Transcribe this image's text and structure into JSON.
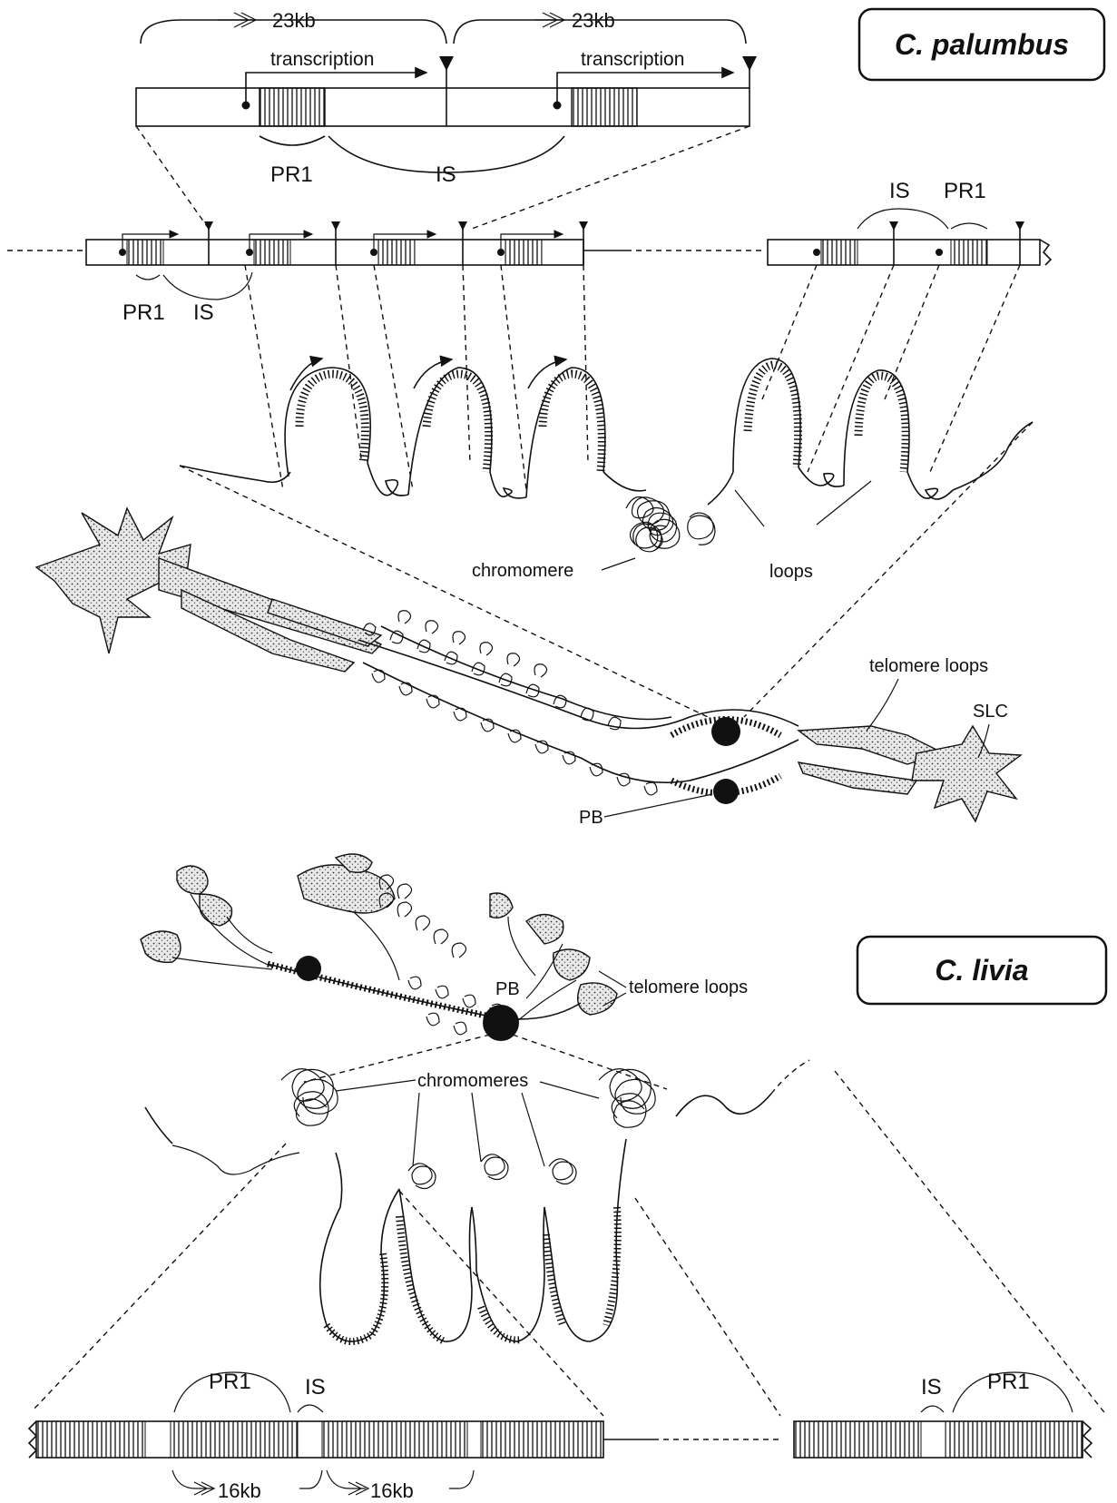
{
  "species": {
    "top": "C. palumbus",
    "bottom": "C. livia"
  },
  "top_map": {
    "repeat_size_1": "23kb",
    "repeat_size_2": "23kb",
    "transcription_1": "transcription",
    "transcription_2": "transcription",
    "pr1": "PR1",
    "is": "IS"
  },
  "middle_map": {
    "left_pr1": "PR1",
    "left_is": "IS",
    "right_is": "IS",
    "right_pr1": "PR1"
  },
  "bivalent_top": {
    "chromomere": "chromomere",
    "loops": "loops",
    "telomere_loops": "telomere loops",
    "slc": "SLC",
    "pb": "PB"
  },
  "bivalent_bottom": {
    "pb": "PB",
    "telomere_loops": "telomere loops",
    "chromomeres": "chromomeres"
  },
  "bottom_map": {
    "pr1_left": "PR1",
    "is_left": "IS",
    "is_right": "IS",
    "pr1_right": "PR1",
    "repeat_size_1": "16kb",
    "repeat_size_2": "16kb"
  }
}
